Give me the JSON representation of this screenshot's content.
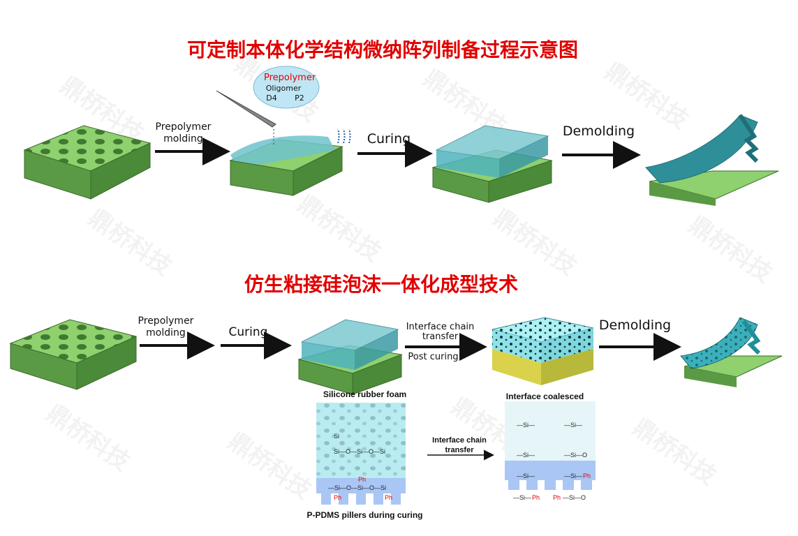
{
  "watermark": "鼎桥科技",
  "top": {
    "title": "可定制本体化学结构微纳阵列制备过程示意图",
    "step1_label": "Prepolymer\nmolding",
    "step2_label": "Curing",
    "step3_label": "Demolding",
    "bubble": {
      "title": "Prepolymer",
      "oligomer": "Oligomer",
      "d4": "D4",
      "p2": "P2"
    }
  },
  "bottom": {
    "title": "仿生粘接硅泡沫一体化成型技术",
    "step1_label": "Prepolymer\nmolding",
    "step2_label": "Curing",
    "step3_top": "Interface chain\ntransfer",
    "step3_bottom": "Post curing",
    "step4_label": "Demolding",
    "left_panel_title": "Silicone rubber foam",
    "left_panel_caption": "P-PDMS pillers during curing",
    "middle_arrow_label": "Interface chain\ntransfer",
    "right_panel_title": "Interface coalesced"
  },
  "colors": {
    "title_red": "#e10000",
    "mold_green": "#7cc063",
    "resin_teal": "#4fb3bd",
    "foam_cyan": "#9fe8ee",
    "pdms_blue": "#a9c6f5"
  }
}
